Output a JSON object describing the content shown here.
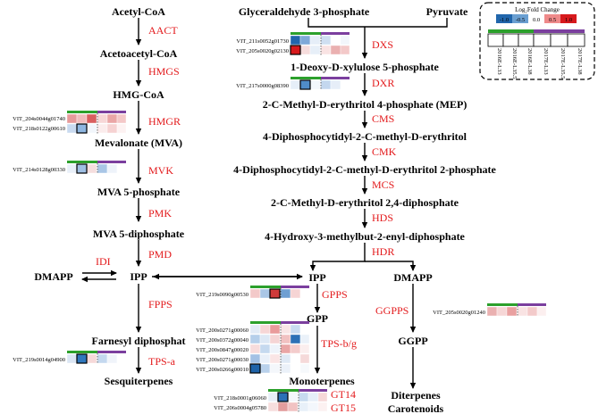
{
  "metabolites": {
    "acetyl_coa": "Acetyl-CoA",
    "acetoacetyl_coa": "Acetoacetyl-CoA",
    "hmg_coa": "HMG-CoA",
    "mva": "Mevalonate (MVA)",
    "mva5p": "MVA 5-phosphate",
    "mva5pp": "MVA 5-diphosphate",
    "dmapp_left": "DMAPP",
    "ipp_left": "IPP",
    "fpp": "Farnesyl diphosphat",
    "sesquiterpenes": "Sesquiterpenes",
    "g3p": "Glyceraldehyde 3-phosphate",
    "pyruvate": "Pyruvate",
    "dxp": "1-Deoxy-D-xylulose 5-phosphate",
    "mep": "2-C-Methyl-D-erythritol 4-phosphate (MEP)",
    "cdp_me": "4-Diphosphocytidyl-2-C-methyl-D-erythritol",
    "cdp_mep": "4-Diphosphocytidyl-2-C-methyl-D-erythritol 2-phosphate",
    "mecpp": "2-C-Methyl-D-erythritol 2,4-diphosphate",
    "hmbpp": "4-Hydroxy-3-methylbut-2-enyl-diphosphate",
    "ipp_right": "IPP",
    "dmapp_right": "DMAPP",
    "gpp": "GPP",
    "ggpp": "GGPP",
    "monoterpenes": "Monoterpenes",
    "diterpenes": "Diterpenes",
    "carotenoids": "Carotenoids"
  },
  "enzymes": {
    "aact": "AACT",
    "hmgs": "HMGS",
    "hmgr": "HMGR",
    "mvk": "MVK",
    "pmk": "PMK",
    "pmd": "PMD",
    "idi": "IDI",
    "fpps": "FPPS",
    "tps_a": "TPS-a",
    "dxs": "DXS",
    "dxr": "DXR",
    "cms": "CMS",
    "cmk": "CMK",
    "mcs": "MCS",
    "hds": "HDS",
    "hdr": "HDR",
    "gpps": "GPPS",
    "ggpps": "GGPPS",
    "tps_bg": "TPS-b/g",
    "gt14": "GT14",
    "gt15": "GT15"
  },
  "genes": {
    "hmgr": [
      "VIT_204s0044g01740",
      "VIT_218s0122g00610"
    ],
    "mvk": [
      "VIT_214s0128g00330"
    ],
    "tps_a": [
      "VIT_219s0014g04900"
    ],
    "dxs": [
      "VIT_211s0052g01730",
      "VIT_205s0020g02130"
    ],
    "dxr": [
      "VIT_217s0000g08390"
    ],
    "gpps": [
      "VIT_219s0090g00530"
    ],
    "tps_bg": [
      "VIT_200s0271g00060",
      "VIT_200s0372g00040",
      "VIT_200s0847g00020",
      "VIT_200s0271g00030",
      "VIT_200s0266g00010"
    ],
    "gt": [
      "VIT_218s0001g06060",
      "VIT_206s0004g05780"
    ],
    "ggpps": [
      "VIT_205s0020g01240"
    ]
  },
  "legend": {
    "title": "Log₂Fold Change",
    "ticks": [
      "-1.0",
      "-0.5",
      "0.0",
      "0.5",
      "1.0"
    ],
    "columns": [
      "2016E-L33",
      "2016E-L35.5",
      "2016E-L38",
      "2017E-L33",
      "2017E-L35.5",
      "2017E-L38"
    ],
    "colors": [
      "#2166ac",
      "#6a9fd1",
      "#ffffff",
      "#ef8a8a",
      "#d7191c"
    ]
  },
  "colors": {
    "enzyme": "#e31a1c",
    "year_2016": "#2ca02c",
    "year_2017": "#7b3f9e"
  }
}
